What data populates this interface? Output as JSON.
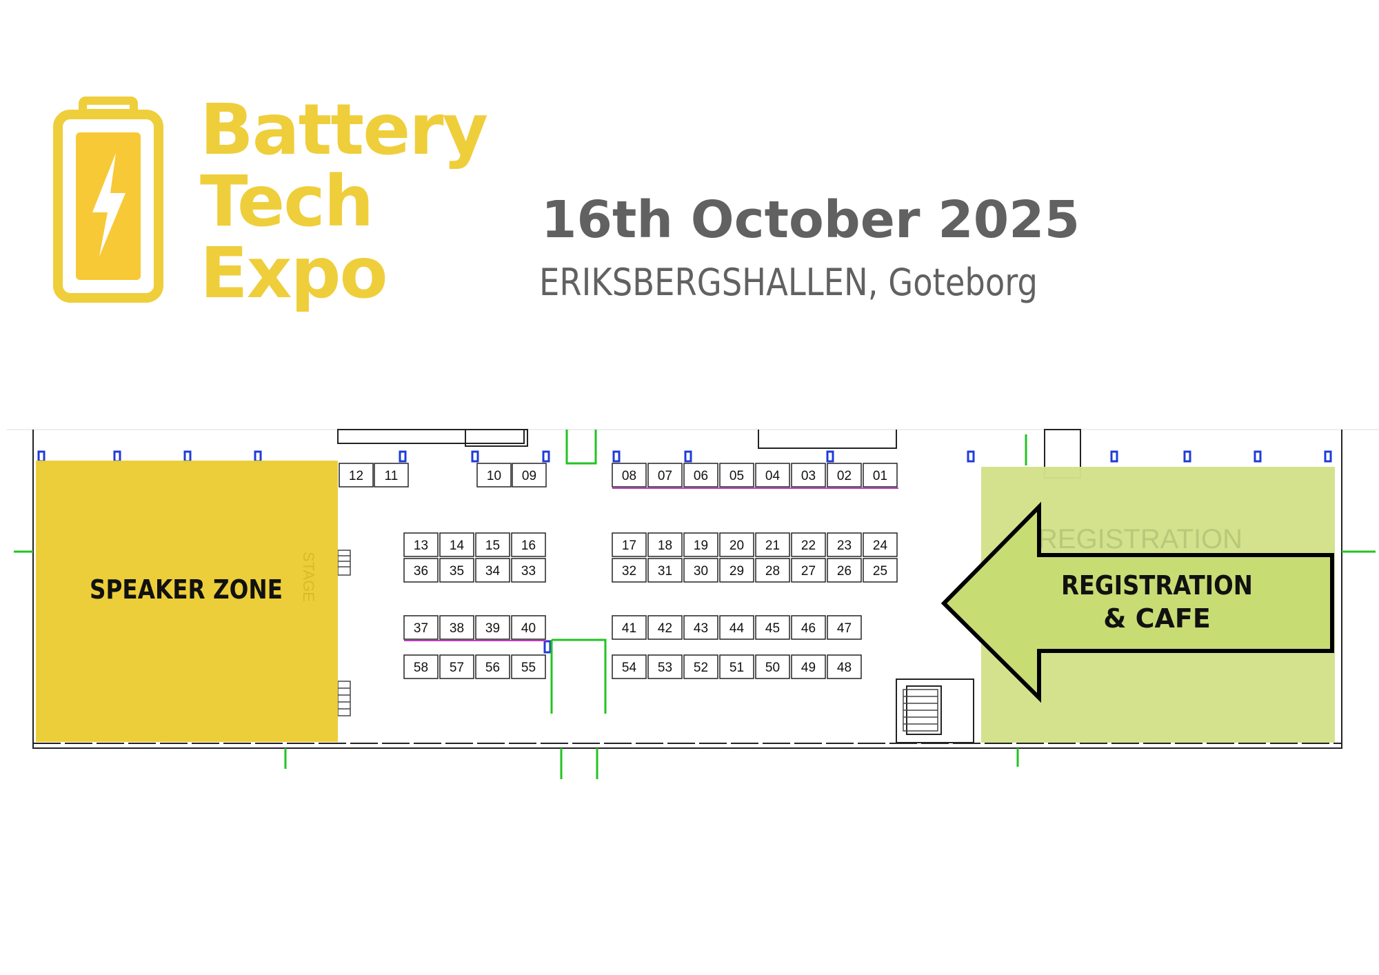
{
  "logo": {
    "lines": [
      "Battery",
      "Tech",
      "Expo"
    ],
    "color": "#EFCE3B",
    "icon": "battery-bolt-icon"
  },
  "event": {
    "date": "16th October 2025",
    "venue": "ERIKSBERGSHALLEN, Goteborg",
    "text_color": "#616161"
  },
  "zones": {
    "speaker": {
      "label": "SPEAKER ZONE",
      "color": "#EBCC34"
    },
    "registration": {
      "label_line1": "REGISTRATION",
      "label_line2": "& CAFE",
      "color": "#D3E18A",
      "arrow_color": "#C8DC74"
    }
  },
  "booths": {
    "row_top_left": [
      "12",
      "11"
    ],
    "row_top_mid": [
      "10",
      "09"
    ],
    "row_top_right": [
      "08",
      "07",
      "06",
      "05",
      "04",
      "03",
      "02",
      "01"
    ],
    "block_a_upper": [
      "13",
      "14",
      "15",
      "16"
    ],
    "block_a_lower": [
      "36",
      "35",
      "34",
      "33"
    ],
    "block_b_upper": [
      "17",
      "18",
      "19",
      "20",
      "21",
      "22",
      "23",
      "24"
    ],
    "block_b_lower": [
      "32",
      "31",
      "30",
      "29",
      "28",
      "27",
      "26",
      "25"
    ],
    "block_c_upper": [
      "37",
      "38",
      "39",
      "40"
    ],
    "block_c_lower": [
      "58",
      "57",
      "56",
      "55"
    ],
    "block_d_upper": [
      "41",
      "42",
      "43",
      "44",
      "45",
      "46",
      "47"
    ],
    "block_d_lower": [
      "54",
      "53",
      "52",
      "51",
      "50",
      "49",
      "48"
    ]
  },
  "plan_labels": {
    "stage": "STAGE",
    "watermark": "REGISTRATION"
  }
}
